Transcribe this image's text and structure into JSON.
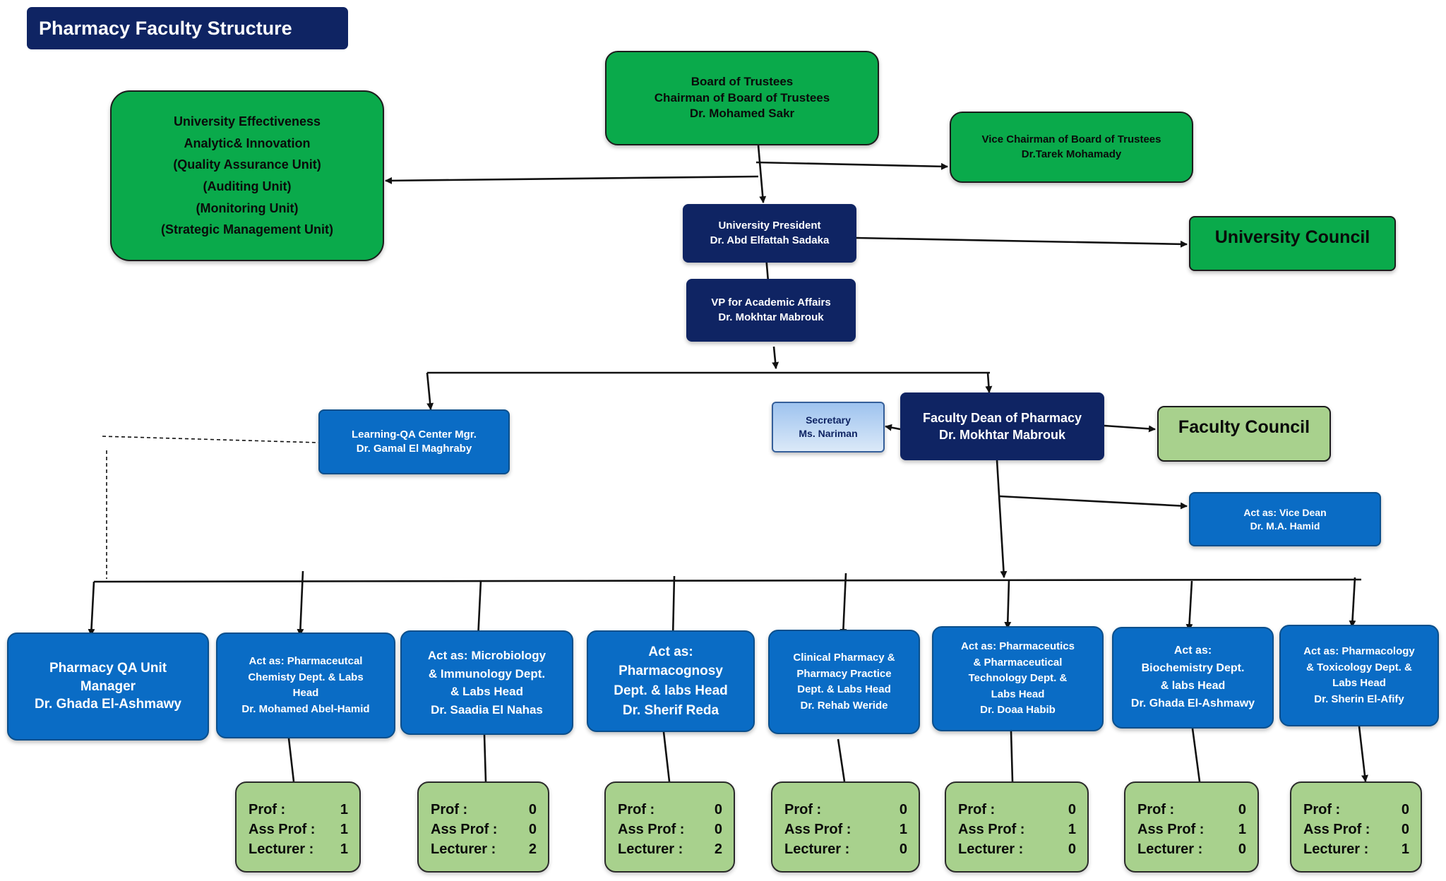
{
  "title": "Pharmacy Faculty Structure",
  "colors": {
    "dark_navy": "#0f2463",
    "green": "#0aaa4b",
    "light_green": "#a8d18d",
    "blue": "#0a6cc5",
    "secretary_blue": "#bcd6f3"
  },
  "boxes": {
    "board": [
      "Board of Trustees",
      "Chairman of Board of Trustees",
      "Dr. Mohamed Sakr"
    ],
    "effectiveness": [
      "University Effectiveness",
      "Analytic& Innovation",
      "(Quality Assurance Unit)",
      "(Auditing Unit)",
      "(Monitoring Unit)",
      "(Strategic Management Unit)"
    ],
    "vice_chairman": [
      "Vice Chairman of Board of Trustees",
      "Dr.Tarek Mohamady"
    ],
    "president": [
      "University President",
      "Dr. Abd Elfattah Sadaka"
    ],
    "university_council": [
      "University Council"
    ],
    "vp_academic": [
      "VP for Academic Affairs",
      "Dr. Mokhtar Mabrouk"
    ],
    "learning_qa": [
      "Learning-QA Center Mgr.",
      "Dr. Gamal El Maghraby"
    ],
    "secretary": [
      "Secretary",
      "Ms. Nariman"
    ],
    "dean": [
      "Faculty Dean of Pharmacy",
      "Dr. Mokhtar Mabrouk"
    ],
    "faculty_council": [
      "Faculty Council"
    ],
    "vice_dean": [
      "Act as: Vice Dean",
      "Dr. M.A. Hamid"
    ]
  },
  "departments": [
    {
      "lines": [
        "Pharmacy QA Unit",
        "Manager",
        "Dr. Ghada El-Ashmawy"
      ]
    },
    {
      "lines": [
        "Act as: Pharmaceutcal",
        "Chemisty Dept. & Labs",
        "Head",
        "Dr. Mohamed Abel-Hamid"
      ],
      "stats": {
        "prof_label": "Prof :",
        "prof": "1",
        "ass_prof_label": "Ass Prof :",
        "ass_prof": "1",
        "lecturer_label": "Lecturer :",
        "lecturer": "1"
      }
    },
    {
      "lines": [
        "Act as: Microbiology",
        "& Immunology Dept.",
        "& Labs Head",
        "Dr. Saadia El Nahas"
      ],
      "stats": {
        "prof_label": "Prof :",
        "prof": "0",
        "ass_prof_label": "Ass Prof :",
        "ass_prof": "0",
        "lecturer_label": "Lecturer :",
        "lecturer": "2"
      }
    },
    {
      "lines": [
        "Act as:",
        "Pharmacognosy",
        "Dept. & labs Head",
        "Dr. Sherif Reda"
      ],
      "stats": {
        "prof_label": "Prof :",
        "prof": "0",
        "ass_prof_label": "Ass Prof :",
        "ass_prof": "0",
        "lecturer_label": "Lecturer :",
        "lecturer": "2"
      }
    },
    {
      "lines": [
        "Clinical Pharmacy &",
        "Pharmacy Practice",
        "Dept. & Labs Head",
        "Dr. Rehab Weride"
      ],
      "stats": {
        "prof_label": "Prof :",
        "prof": "0",
        "ass_prof_label": "Ass Prof :",
        "ass_prof": "1",
        "lecturer_label": "Lecturer :",
        "lecturer": "0"
      }
    },
    {
      "lines": [
        "Act as: Pharmaceutics",
        "& Pharmaceutical",
        "Technology Dept. &",
        "Labs Head",
        "Dr. Doaa Habib"
      ],
      "stats": {
        "prof_label": "Prof :",
        "prof": "0",
        "ass_prof_label": "Ass Prof :",
        "ass_prof": "1",
        "lecturer_label": "Lecturer :",
        "lecturer": "0"
      }
    },
    {
      "lines": [
        "Act as:",
        "Biochemistry Dept.",
        "& labs Head",
        "Dr. Ghada El-Ashmawy"
      ],
      "stats": {
        "prof_label": "Prof :",
        "prof": "0",
        "ass_prof_label": "Ass Prof :",
        "ass_prof": "1",
        "lecturer_label": "Lecturer :",
        "lecturer": "0"
      }
    },
    {
      "lines": [
        "Act as: Pharmacology",
        "& Toxicology Dept. &",
        "Labs Head",
        "Dr. Sherin El-Afify"
      ],
      "stats": {
        "prof_label": "Prof :",
        "prof": "0",
        "ass_prof_label": "Ass Prof :",
        "ass_prof": "0",
        "lecturer_label": "Lecturer :",
        "lecturer": "1"
      }
    }
  ]
}
